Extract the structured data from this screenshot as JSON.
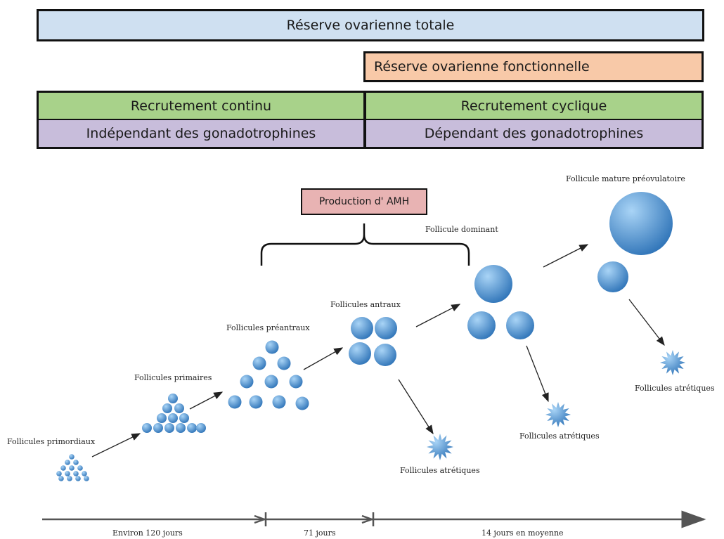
{
  "bars": {
    "total": "Réserve ovarienne totale",
    "fonctionnelle": "Réserve ovarienne fonctionnelle",
    "recrutement_continu": "Recrutement continu",
    "recrutement_cyclique": "Recrutement cyclique",
    "independant": "Indépendant des gonadotrophines",
    "dependant": "Dépendant des gonadotrophines"
  },
  "amh_label": "Production d' AMH",
  "labels": {
    "primordiaux": "Follicules primordiaux",
    "primaires": "Follicules primaires",
    "preantraux": "Follicules préantraux",
    "antraux": "Follicules antraux",
    "dominant": "Follicule dominant",
    "mature": "Follicule mature préovulatoire",
    "atretiques_1": "Follicules atrétiques",
    "atretiques_2": "Follicules atrétiques",
    "atretiques_3": "Follicules atrétiques"
  },
  "timeline": {
    "seg1": "Environ 120 jours",
    "seg2": "71 jours",
    "seg3": "14 jours en moyenne"
  },
  "colors": {
    "follicle_light": "#9ccbf2",
    "follicle_dark": "#2f74b8",
    "arrow": "#222222"
  }
}
